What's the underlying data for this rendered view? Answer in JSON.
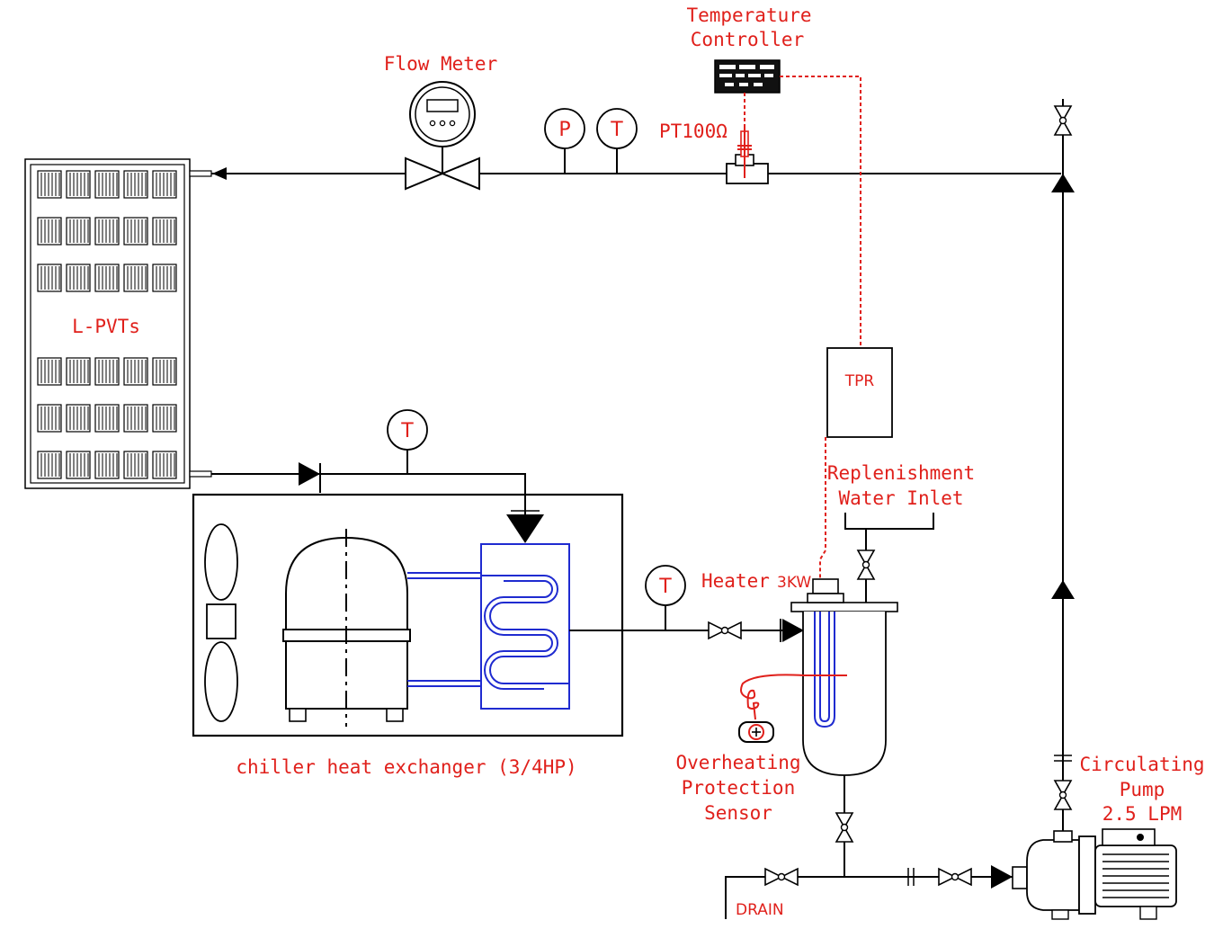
{
  "labels": {
    "temperature_controller_line1": "Temperature",
    "temperature_controller_line2": "Controller",
    "flow_meter": "Flow Meter",
    "pt100": "PT100Ω",
    "lpvts": "L-PVTs",
    "tpr": "TPR",
    "replenishment_line1": "Replenishment",
    "replenishment_line2": "Water Inlet",
    "heater": "Heater",
    "heater_power": "3KW",
    "chiller": "chiller heat exchanger (3/4HP)",
    "overheating_line1": "Overheating",
    "overheating_line2": "Protection",
    "overheating_line3": "Sensor",
    "pump_line1": "Circulating",
    "pump_line2": "Pump",
    "pump_line3": "2.5 LPM",
    "drain": "DRAIN"
  },
  "gauges": {
    "pressure": "P",
    "temp": "T"
  },
  "colors": {
    "label": "#e0201b",
    "coil": "#1f2bd0",
    "line": "#000000"
  }
}
